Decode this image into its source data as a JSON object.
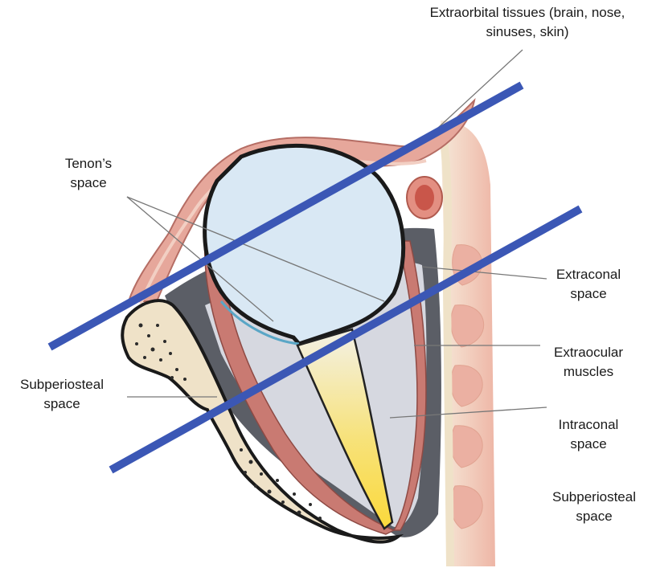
{
  "labels": {
    "extraorbital": [
      "Extraorbital tissues (brain, nose,",
      "sinuses, skin)"
    ],
    "tenons": [
      "Tenon’s",
      "space"
    ],
    "extraconal": [
      "Extraconal",
      "space"
    ],
    "extraocular": [
      "Extraocular",
      "muscles"
    ],
    "subperiosteal_left": [
      "Subperiosteal",
      "space"
    ],
    "intraconal": [
      "Intraconal",
      "space"
    ],
    "subperiosteal_right": [
      "Subperiosteal",
      "space"
    ]
  },
  "colors": {
    "globe": "#d9e8f4",
    "orbital_fat": "#d6d8e0",
    "periorbital_dark": "#5b5e66",
    "muscle": "#c97a72",
    "bone": "#efe2c8",
    "optic_nerve_highlight": "#f6df63",
    "cut_lines": "#3b57b5"
  }
}
